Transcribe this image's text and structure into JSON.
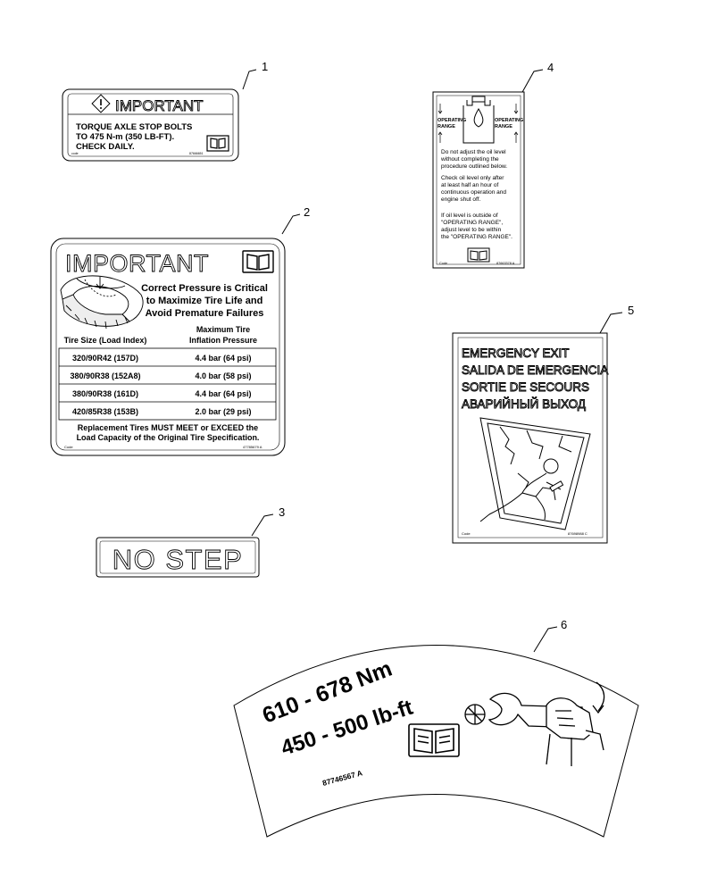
{
  "callouts": [
    "1",
    "2",
    "3",
    "4",
    "5",
    "6"
  ],
  "decal1": {
    "header": "IMPORTANT",
    "lines": [
      "TORQUE AXLE STOP BOLTS",
      "TO 475 N-m (350 LB-FT).",
      "CHECK DAILY."
    ],
    "code_label": "code",
    "part_no": "87666651"
  },
  "decal2": {
    "header": "IMPORTANT",
    "message": [
      "Correct Pressure is Critical",
      "to Maximize Tire Life and",
      "Avoid Premature Failures"
    ],
    "col1_header": "Tire Size (Load Index)",
    "col2_header": [
      "Maximum Tire",
      "Inflation Pressure"
    ],
    "rows": [
      {
        "size": "320/90R42 (157D)",
        "pressure": "4.4 bar (64 psi)"
      },
      {
        "size": "380/90R38 (152A8)",
        "pressure": "4.0 bar (58 psi)"
      },
      {
        "size": "380/90R38 (161D)",
        "pressure": "4.4 bar (64 psi)"
      },
      {
        "size": "420/85R38 (153B)",
        "pressure": "2.0 bar (29 psi)"
      }
    ],
    "footer": [
      "Replacement Tires MUST MEET or EXCEED the",
      "Load Capacity of the Original Tire Specification."
    ],
    "code_label": "Code",
    "part_no": "47785679 A"
  },
  "decal3": {
    "text": "NO STEP"
  },
  "decal4": {
    "range_left": [
      "OPERATING",
      "RANGE"
    ],
    "range_right": [
      "OPERATING",
      "RANGE"
    ],
    "para1": [
      "Do not adjust the oil level",
      "without completing the",
      "procedure outlined below."
    ],
    "para2": [
      "Check oil level only after",
      "at least half an hour of",
      "continuous operation and",
      "engine shut off."
    ],
    "para3": [
      "If oil level is outside of",
      "\"OPERATING RANGE\",",
      "adjust level to be within",
      "the \"OPERATING RANGE\"."
    ],
    "code_label": "Code",
    "part_no": "87663378 A"
  },
  "decal5": {
    "lines": [
      "EMERGENCY EXIT",
      "SALIDA DE EMERGENCIA",
      "SORTIE DE SECOURS",
      "АВАРИЙНЫЙ ВЫХОД"
    ],
    "code_label": "Code",
    "part_no": "87698988 C"
  },
  "decal6": {
    "torque_nm": "610 - 678 Nm",
    "torque_lbft": "450 - 500 lb-ft",
    "part_no": "87746567 A"
  }
}
